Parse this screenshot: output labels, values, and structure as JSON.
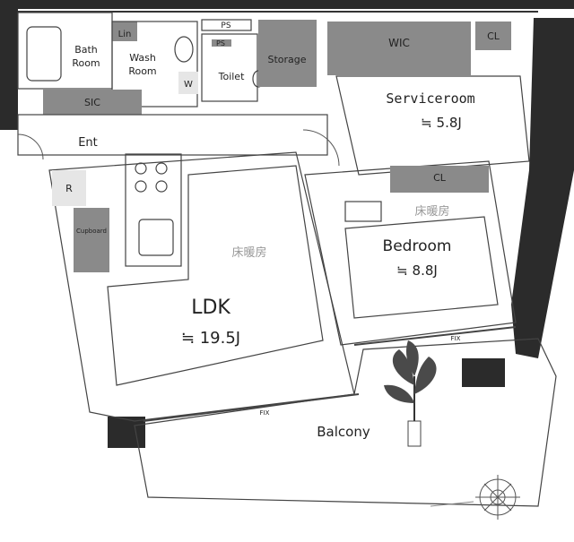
{
  "rooms": {
    "bath": [
      "Bath",
      "Room"
    ],
    "lin": "Lin",
    "wash": [
      "Wash",
      "Room"
    ],
    "w": "W",
    "ps_top": "PS",
    "ps_small": "PS",
    "toilet": "Toilet",
    "storage": "Storage",
    "wic": "WIC",
    "cl_top": "CL",
    "sic": "SIC",
    "ent": "Ent",
    "serviceroom": {
      "name": "Serviceroom",
      "area": "≒ 5.8J"
    },
    "cl_bed": "CL",
    "floor_heat_bed": "床暖房",
    "bedroom": {
      "name": "Bedroom",
      "area": "≒ 8.8J"
    },
    "r": "R",
    "cupboard": "Cupboard",
    "floor_heat_ldk": "床暖房",
    "ldk": {
      "name": "LDK",
      "area": "≒ 19.5J"
    },
    "fix_bed": "FIX",
    "fix_ldk": "FIX",
    "balcony": "Balcony"
  },
  "icons": [
    "compass-icon",
    "plant-icon",
    "toilet-icon",
    "bathtub-icon",
    "sink-icon",
    "stove-icon"
  ]
}
